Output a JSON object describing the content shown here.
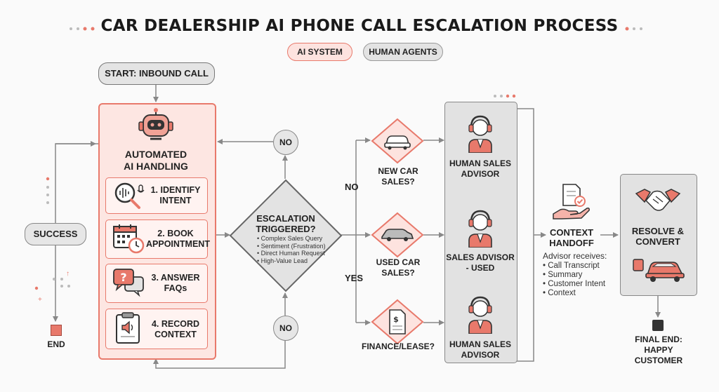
{
  "title": "CAR DEALERSHIP AI PHONE CALL ESCALATION PROCESS",
  "legend": {
    "ai": "AI SYSTEM",
    "human": "HUMAN AGENTS"
  },
  "start": "START: INBOUND CALL",
  "ai_panel": {
    "title_line1": "AUTOMATED",
    "title_line2": "AI HANDLING",
    "steps": [
      {
        "line1": "1. IDENTIFY",
        "line2": "INTENT",
        "icon": "magnifier-voice-icon"
      },
      {
        "line1": "2. BOOK",
        "line2": "APPOINTMENT",
        "icon": "calendar-clock-icon"
      },
      {
        "line1": "3. ANSWER",
        "line2": "FAQs",
        "icon": "chat-question-icon"
      },
      {
        "line1": "4. RECORD",
        "line2": "CONTEXT",
        "icon": "clipboard-speaker-icon"
      }
    ]
  },
  "success": "SUCCESS",
  "end": "END",
  "no_top": "NO",
  "no_bottom": "NO",
  "escalation": {
    "title_line1": "ESCALATION",
    "title_line2": "TRIGGERED?",
    "items": [
      "• Complex Sales Query",
      "• Sentiment (Frustration)",
      "• Direct Human Request",
      "• High-Value Lead"
    ]
  },
  "branch": {
    "no": "NO",
    "yes": "YES"
  },
  "routes": [
    {
      "line1": "NEW CAR",
      "line2": "SALES?",
      "advisor_line1": "HUMAN SALES",
      "advisor_line2": "ADVISOR"
    },
    {
      "line1": "USED CAR",
      "line2": "SALES?",
      "advisor_line1": "SALES ADVISOR",
      "advisor_line2": "- USED"
    },
    {
      "line1": "FINANCE/LEASE?",
      "line2": "",
      "advisor_line1": "HUMAN SALES",
      "advisor_line2": "ADVISOR"
    }
  ],
  "handoff": {
    "title_line1": "CONTEXT",
    "title_line2": "HANDOFF",
    "note_title": "Advisor receives:",
    "items": [
      "• Call Transcript",
      "• Summary",
      "• Customer Intent",
      "• Context"
    ]
  },
  "resolve": {
    "line1": "RESOLVE &",
    "line2": "CONVERT"
  },
  "final": {
    "line1": "FINAL END:",
    "line2": "HAPPY",
    "line3": "CUSTOMER"
  },
  "colors": {
    "ai_accent": "#e8796b",
    "ai_fill": "#fde6e2",
    "human_fill": "#e2e2e2",
    "line": "#888888"
  }
}
